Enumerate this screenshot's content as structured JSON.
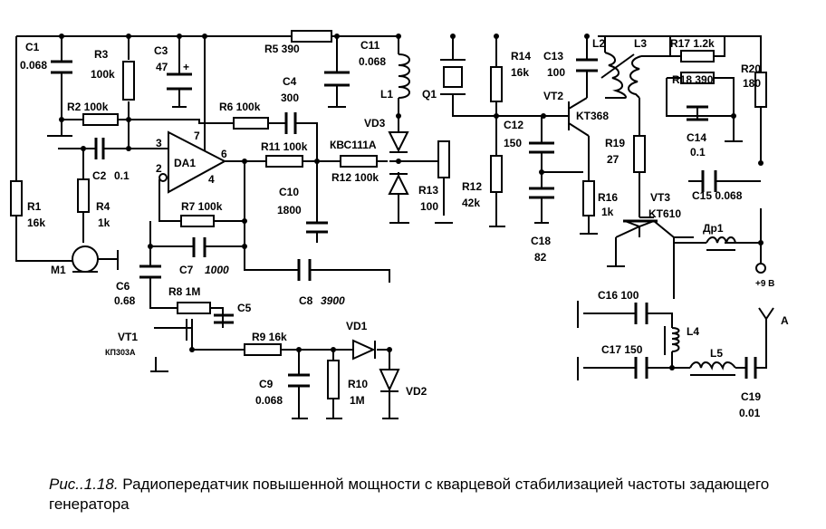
{
  "components": {
    "C1": {
      "name": "C1",
      "value": "0.068"
    },
    "R3": {
      "name": "R3",
      "value": "100k"
    },
    "C3": {
      "name": "C3",
      "value": "47"
    },
    "R5": {
      "name": "R5 390"
    },
    "C11": {
      "name": "C11",
      "value": "0.068"
    },
    "R2": {
      "name": "R2 100k"
    },
    "R6": {
      "name": "R6 100k"
    },
    "C4": {
      "name": "C4",
      "value": "300"
    },
    "C2": {
      "name": "C2",
      "value": "0.1"
    },
    "DA1": {
      "name": "DA1"
    },
    "R11": {
      "name": "R11 100k"
    },
    "KBC": {
      "name": "КВС111А"
    },
    "R12a": {
      "name": "R12 100k"
    },
    "C10": {
      "name": "C10",
      "value": "1800"
    },
    "R1": {
      "name": "R1",
      "value": "16k"
    },
    "R4": {
      "name": "R4",
      "value": "1k"
    },
    "R7": {
      "name": "R7 100k"
    },
    "M1": {
      "name": "M1"
    },
    "C6": {
      "name": "C6",
      "value": "0.68"
    },
    "C7": {
      "name": "C7",
      "value": "1000"
    },
    "C8": {
      "name": "C8",
      "value": "3900"
    },
    "R8": {
      "name": "R8 1M"
    },
    "C5": {
      "name": "C5"
    },
    "VT1": {
      "name": "VT1",
      "value": "КП303А"
    },
    "R9": {
      "name": "R9 16k"
    },
    "VD1": {
      "name": "VD1"
    },
    "C9": {
      "name": "C9",
      "value": "0.068"
    },
    "R10": {
      "name": "R10",
      "value": "1M"
    },
    "VD2": {
      "name": "VD2"
    },
    "L1": {
      "name": "L1"
    },
    "Q1": {
      "name": "Q1"
    },
    "VD3": {
      "name": "VD3"
    },
    "R13": {
      "name": "R13",
      "value": "100"
    },
    "R14": {
      "name": "R14",
      "value": "16k"
    },
    "C13": {
      "name": "C13",
      "value": "100"
    },
    "L2": {
      "name": "L2"
    },
    "L3": {
      "name": "L3"
    },
    "R17": {
      "name": "R17 1.2k"
    },
    "R18": {
      "name": "R18 390"
    },
    "R20": {
      "name": "R20",
      "value": "180"
    },
    "VT2": {
      "name": "VT2",
      "value": "KT368"
    },
    "C12": {
      "name": "C12",
      "value": "150"
    },
    "R12b": {
      "name": "R12",
      "value": "42k"
    },
    "C18": {
      "name": "C18",
      "value": "82"
    },
    "R16": {
      "name": "R16",
      "value": "1k"
    },
    "R19": {
      "name": "R19",
      "value": "27"
    },
    "C14": {
      "name": "C14",
      "value": "0.1"
    },
    "C15": {
      "name": "C15 0.068"
    },
    "VT3": {
      "name": "VT3",
      "value": "KT610"
    },
    "DR1": {
      "name": "Др1"
    },
    "C16": {
      "name": "C16 100"
    },
    "C17": {
      "name": "C17 150"
    },
    "L4": {
      "name": "L4"
    },
    "L5": {
      "name": "L5"
    },
    "C19": {
      "name": "C19",
      "value": "0.01"
    },
    "ANT": {
      "name": "A"
    }
  },
  "pins": {
    "p2": "2",
    "p3": "3",
    "p4": "4",
    "p6": "6",
    "p7": "7"
  },
  "supply": {
    "label": "+9 В"
  },
  "polarity": {
    "plus": "+"
  },
  "caption": {
    "figure_label": "Рис..1.18.",
    "text": "Радиопередатчик повышенной мощности с кварцевой стабилизацией частоты задающего генератора"
  }
}
